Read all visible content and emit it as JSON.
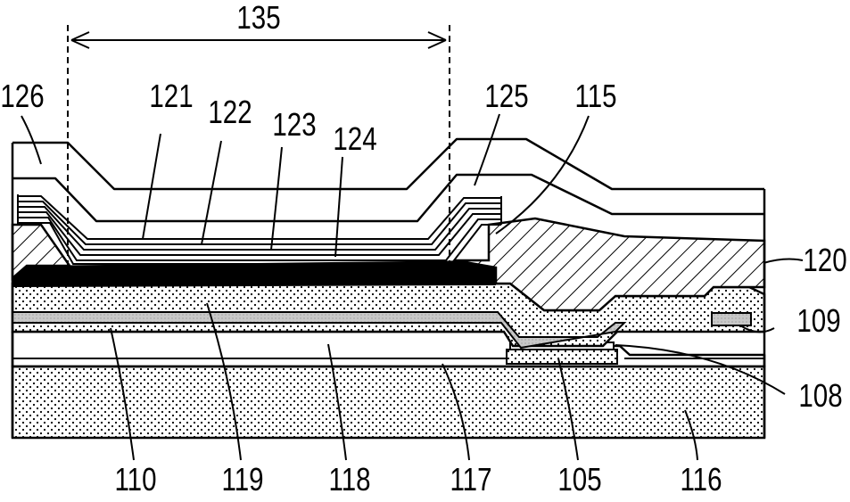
{
  "diagram": {
    "labels": {
      "dimension": "135",
      "l126": "126",
      "l121": "121",
      "l122": "122",
      "l123": "123",
      "l124": "124",
      "l125": "125",
      "l115": "115",
      "l120": "120",
      "l109": "109",
      "l108": "108",
      "l110": "110",
      "l119": "119",
      "l118": "118",
      "l117": "117",
      "l105": "105",
      "l116": "116"
    },
    "colors": {
      "line": "#000000",
      "background": "#ffffff",
      "dots": "#000000",
      "gray_layer": "#c8c8c8",
      "solid_layer": "#000000"
    }
  }
}
